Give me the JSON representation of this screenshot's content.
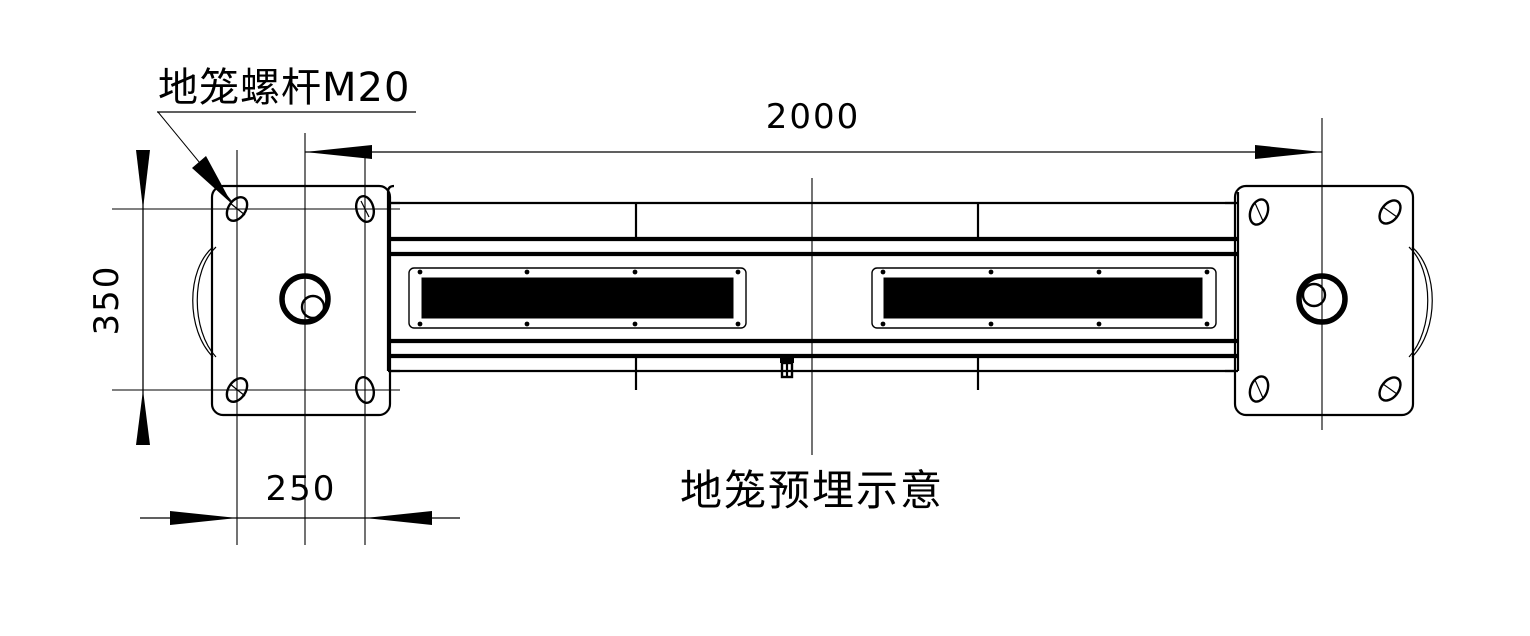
{
  "drawing": {
    "title": "地笼预埋示意",
    "callout": {
      "label": "地笼螺杆M20",
      "target": "corner-bolt-hole-top-left"
    },
    "dimensions": {
      "overall_length": "2000",
      "plate_height": "350",
      "plate_width": "250"
    },
    "units_note": "",
    "colors": {
      "line": "#000000",
      "background": "#ffffff",
      "panel_fill": "#000000"
    },
    "components": {
      "left_base_plate": "left-base-plate",
      "right_base_plate": "right-base-plate",
      "fixture_body": "fixture-body",
      "panel_left": "black-panel-left",
      "panel_right": "black-panel-right",
      "cable_bracket": "cable-bracket",
      "center_boss_left": "center-boss-left",
      "center_boss_right": "center-boss-right"
    },
    "bolt_hole_count": 8
  }
}
